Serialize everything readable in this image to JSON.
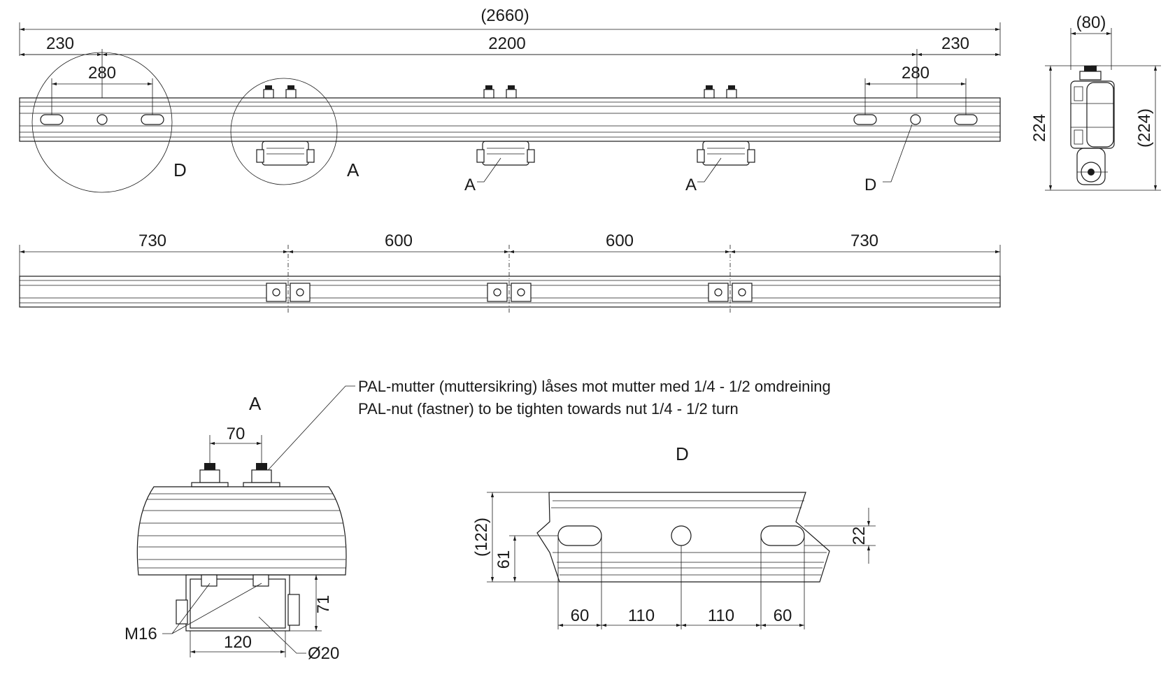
{
  "top_view": {
    "overall": "(2660)",
    "left_end": "230",
    "center": "2200",
    "right_end": "230",
    "hole_spacing_left": "280",
    "hole_spacing_right": "280",
    "label_d_circle": "D",
    "label_a_circle": "A",
    "callout_a_1": "A",
    "callout_a_2": "A",
    "callout_d": "D"
  },
  "end_view": {
    "width": "(80)",
    "height": "224",
    "height_ref": "(224)"
  },
  "bottom_view": {
    "seg1": "730",
    "seg2": "600",
    "seg3": "600",
    "seg4": "730"
  },
  "detail_a": {
    "title": "A",
    "note_no": "PAL-mutter (muttersikring) låses mot mutter med 1/4 - 1/2 omdreining",
    "note_en": "PAL-nut (fastner) to be tighten towards nut 1/4 - 1/2 turn",
    "bolt_spacing": "70",
    "bracket_height": "71",
    "bracket_width": "120",
    "bolt_size": "M16",
    "pin_diameter": "Ø20"
  },
  "detail_d": {
    "title": "D",
    "height_ref": "(122)",
    "half_height": "61",
    "slot_width": "22",
    "d1": "60",
    "d2": "110",
    "d3": "110",
    "d4": "60"
  }
}
